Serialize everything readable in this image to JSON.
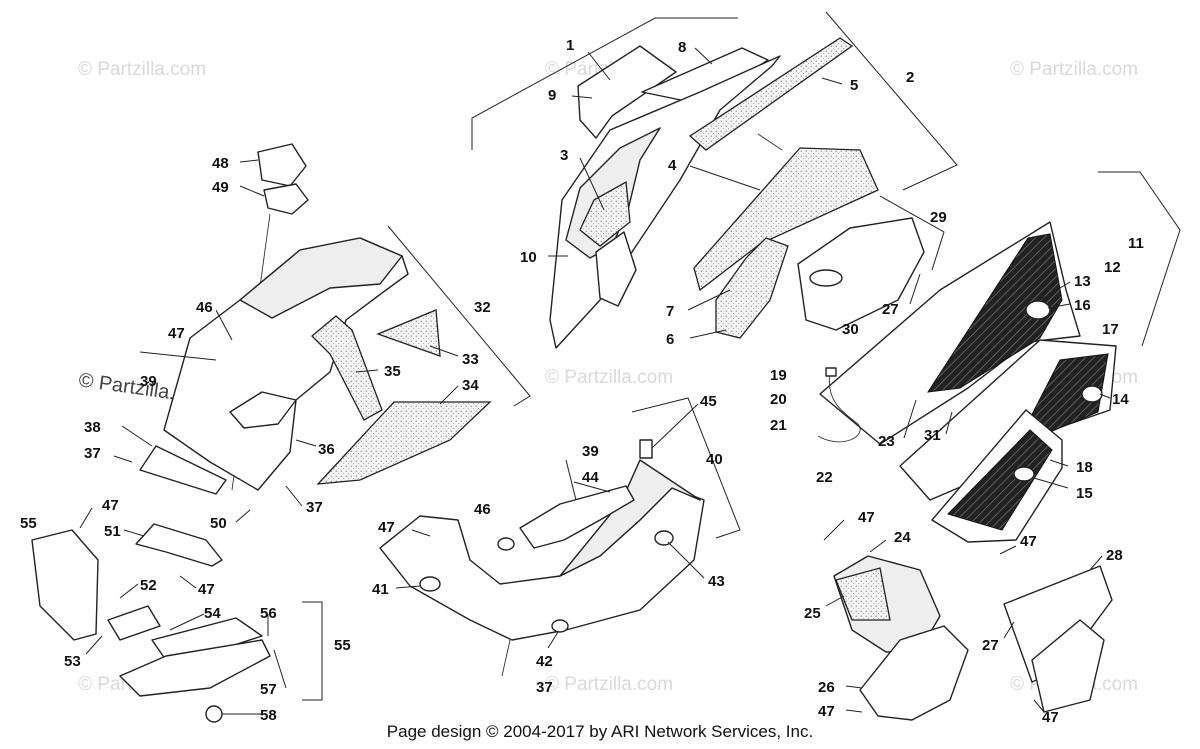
{
  "watermarks": {
    "text": "© Partzilla.com",
    "text_bold": "© Partzilla.com"
  },
  "footer": {
    "text": "Page design © 2004-2017 by ARI Network Services, Inc."
  },
  "callouts": [
    "1",
    "2",
    "3",
    "4",
    "5",
    "6",
    "7",
    "8",
    "9",
    "10",
    "11",
    "12",
    "13",
    "14",
    "15",
    "16",
    "17",
    "18",
    "19",
    "20",
    "21",
    "22",
    "23",
    "24",
    "25",
    "26",
    "27",
    "28",
    "29",
    "30",
    "31",
    "32",
    "33",
    "34",
    "35",
    "36",
    "37",
    "38",
    "39",
    "40",
    "41",
    "42",
    "43",
    "44",
    "45",
    "46",
    "47",
    "48",
    "49",
    "50",
    "51",
    "52",
    "53",
    "54",
    "55",
    "56",
    "57",
    "58"
  ]
}
